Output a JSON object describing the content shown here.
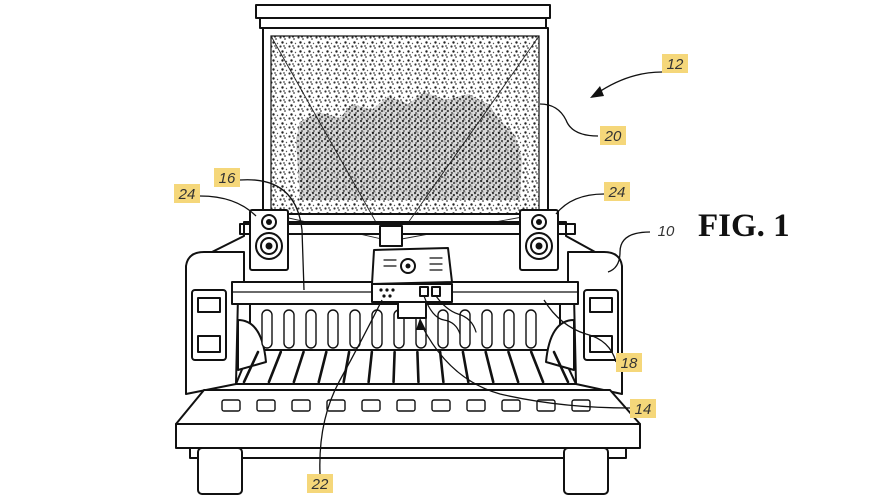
{
  "figure": {
    "title": "FIG. 1",
    "reference_numerals": {
      "ref_12": "12",
      "ref_20": "20",
      "ref_16": "16",
      "ref_24_left": "24",
      "ref_24_right": "24",
      "ref_10": "10",
      "ref_18": "18",
      "ref_14": "14",
      "ref_22": "22"
    }
  }
}
